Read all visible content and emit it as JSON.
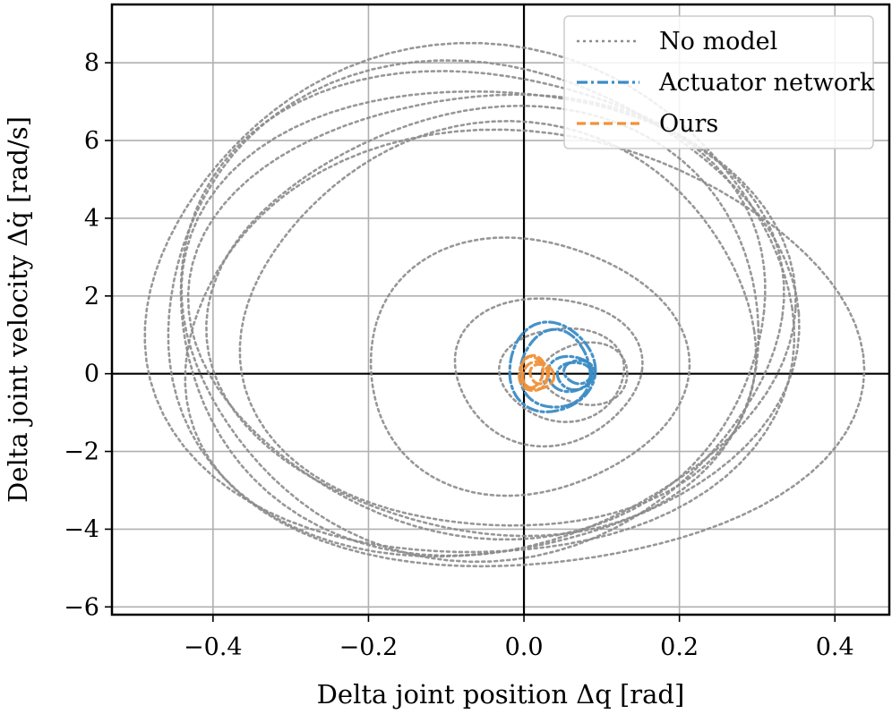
{
  "chart_data": {
    "type": "line",
    "title": "",
    "xlabel": "Delta joint position Δq [rad]",
    "ylabel": "Delta joint velocity Δq̇ [rad/s]",
    "xlim": [
      -0.53,
      0.47
    ],
    "ylim": [
      -6.2,
      9.5
    ],
    "xticks": [
      -0.4,
      -0.2,
      0.0,
      0.2,
      0.4
    ],
    "yticks": [
      -6,
      -4,
      -2,
      0,
      2,
      4,
      6,
      8
    ],
    "xtick_labels": [
      "−0.4",
      "−0.2",
      "0.0",
      "0.2",
      "0.4"
    ],
    "ytick_labels": [
      "−6",
      "−4",
      "−2",
      "0",
      "2",
      "4",
      "6",
      "8"
    ],
    "grid": true,
    "zero_lines": true,
    "legend_position": "top-right",
    "series": [
      {
        "name": "No model",
        "color": "#8c8c8c",
        "style": "dotted",
        "loops": [
          {
            "cx": -0.07,
            "cy": 1.7,
            "rx": 0.415,
            "ry": 6.55
          },
          {
            "cx": -0.065,
            "cy": 1.55,
            "rx": 0.405,
            "ry": 6.35
          },
          {
            "cx": -0.06,
            "cy": 1.65,
            "rx": 0.395,
            "ry": 6.2
          },
          {
            "cx": -0.055,
            "cy": 1.45,
            "rx": 0.385,
            "ry": 6.05
          },
          {
            "cx": -0.05,
            "cy": 1.6,
            "rx": 0.37,
            "ry": 5.7
          },
          {
            "cx": -0.04,
            "cy": 1.3,
            "rx": 0.355,
            "ry": 5.5
          },
          {
            "cx": -0.03,
            "cy": 1.1,
            "rx": 0.33,
            "ry": 5.2
          },
          {
            "cx": -0.01,
            "cy": 0.5,
            "rx": 0.435,
            "ry": 5.6
          },
          {
            "cx": 0.0,
            "cy": 0.2,
            "rx": 0.205,
            "ry": 3.3
          },
          {
            "cx": 0.03,
            "cy": 0.1,
            "rx": 0.12,
            "ry": 1.9
          },
          {
            "cx": 0.05,
            "cy": 0.0,
            "rx": 0.08,
            "ry": 1.2
          },
          {
            "cx": 0.08,
            "cy": 0.0,
            "rx": 0.055,
            "ry": 0.8
          }
        ]
      },
      {
        "name": "Actuator network",
        "color": "#3b8cc4",
        "style": "dashdot",
        "loops": [
          {
            "cx": 0.04,
            "cy": 0.1,
            "rx": 0.045,
            "ry": 1.0
          },
          {
            "cx": 0.035,
            "cy": 0.15,
            "rx": 0.055,
            "ry": 1.15
          },
          {
            "cx": 0.06,
            "cy": 0.0,
            "rx": 0.03,
            "ry": 0.45
          },
          {
            "cx": 0.065,
            "cy": -0.05,
            "rx": 0.022,
            "ry": 0.35
          },
          {
            "cx": 0.07,
            "cy": 0.05,
            "rx": 0.018,
            "ry": 0.3
          }
        ]
      },
      {
        "name": "Ours",
        "color": "#f0923b",
        "style": "dashed",
        "loops": [
          {
            "cx": 0.012,
            "cy": 0.0,
            "rx": 0.018,
            "ry": 0.45
          },
          {
            "cx": 0.018,
            "cy": -0.05,
            "rx": 0.02,
            "ry": 0.35
          },
          {
            "cx": 0.01,
            "cy": 0.05,
            "rx": 0.014,
            "ry": 0.4
          },
          {
            "cx": 0.02,
            "cy": 0.0,
            "rx": 0.012,
            "ry": 0.25
          }
        ]
      }
    ]
  }
}
